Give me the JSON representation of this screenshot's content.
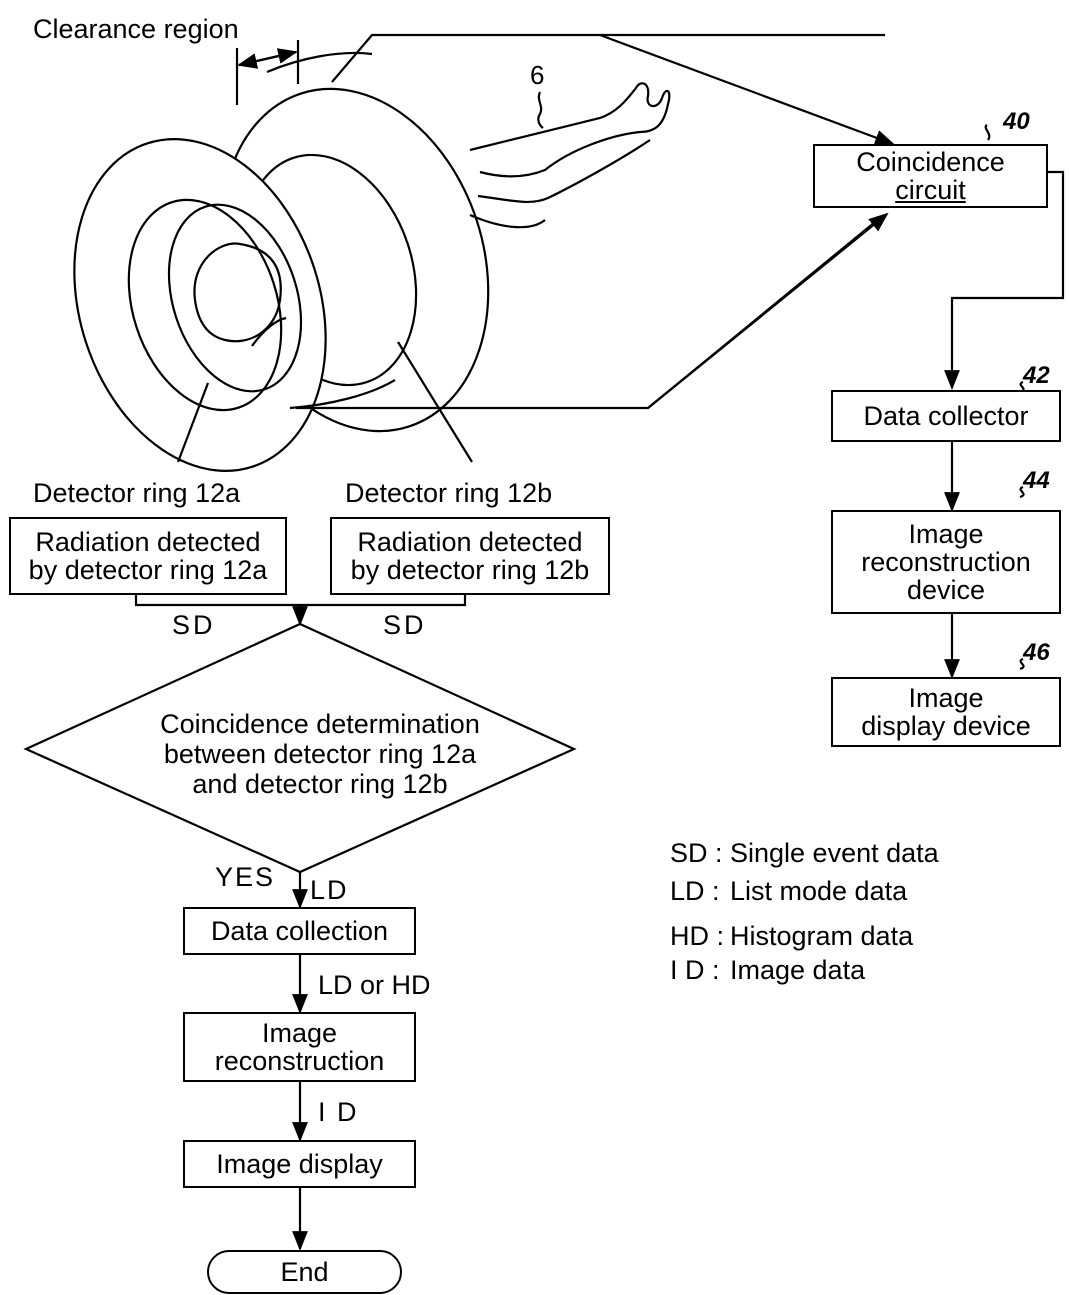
{
  "top": {
    "clearance_label": "Clearance region",
    "subject_ref": "6",
    "detector_a_label": "Detector ring 12a",
    "detector_b_label": "Detector ring 12b"
  },
  "device_chain": {
    "coincidence": {
      "ref": "40",
      "lines": [
        "Coincidence",
        "circuit"
      ]
    },
    "collector": {
      "ref": "42",
      "lines": [
        "Data collector"
      ]
    },
    "reconstruction": {
      "ref": "44",
      "lines": [
        "Image",
        "reconstruction",
        "device"
      ]
    },
    "display": {
      "ref": "46",
      "lines": [
        "Image",
        "display device"
      ]
    }
  },
  "flow": {
    "radiation_a": [
      "Radiation detected",
      "by detector ring 12a"
    ],
    "radiation_b": [
      "Radiation detected",
      "by detector ring 12b"
    ],
    "sd_left": "SD",
    "sd_right": "SD",
    "decision": [
      "Coincidence determination",
      "between detector ring 12a",
      "and detector ring 12b"
    ],
    "yes": "YES",
    "ld": "LD",
    "collection": "Data collection",
    "ld_or_hd": "LD or HD",
    "reconstruction": [
      "Image",
      "reconstruction"
    ],
    "id": "I D",
    "display": "Image display",
    "end": "End"
  },
  "legend": [
    {
      "abbr": "SD :",
      "text": "Single event data"
    },
    {
      "abbr": "LD :",
      "text": "List mode data"
    },
    {
      "abbr": "HD :",
      "text": "Histogram data"
    },
    {
      "abbr": "I D :",
      "text": "Image data"
    }
  ]
}
